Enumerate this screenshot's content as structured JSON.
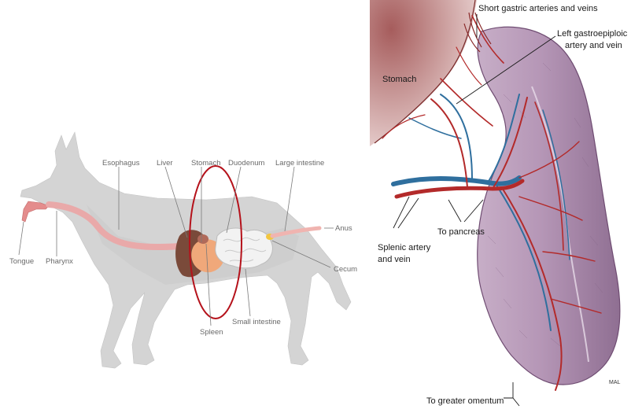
{
  "left_diagram": {
    "labels": {
      "esophagus": "Esophagus",
      "liver": "Liver",
      "stomach": "Stomach",
      "duodenum": "Duodenum",
      "large_intestine": "Large intestine",
      "anus": "Anus",
      "cecum": "Cecum",
      "small_intestine": "Small intestine",
      "spleen": "Spleen",
      "tongue": "Tongue",
      "pharynx": "Pharynx"
    },
    "highlight_color": "#b5121b"
  },
  "right_diagram": {
    "labels": {
      "short_gastric": "Short gastric arteries and veins",
      "left_gastro_line1": "Left gastroepiploic",
      "left_gastro_line2": "artery and vein",
      "stomach": "Stomach",
      "splenic_line1": "Splenic artery",
      "splenic_line2": "and vein",
      "to_pancreas": "To pancreas",
      "to_greater_omentum": "To greater omentum",
      "signature": "MAL"
    },
    "colors": {
      "spleen": "#b89bb8",
      "artery": "#b32a2a",
      "vein": "#2f6f9e"
    }
  }
}
